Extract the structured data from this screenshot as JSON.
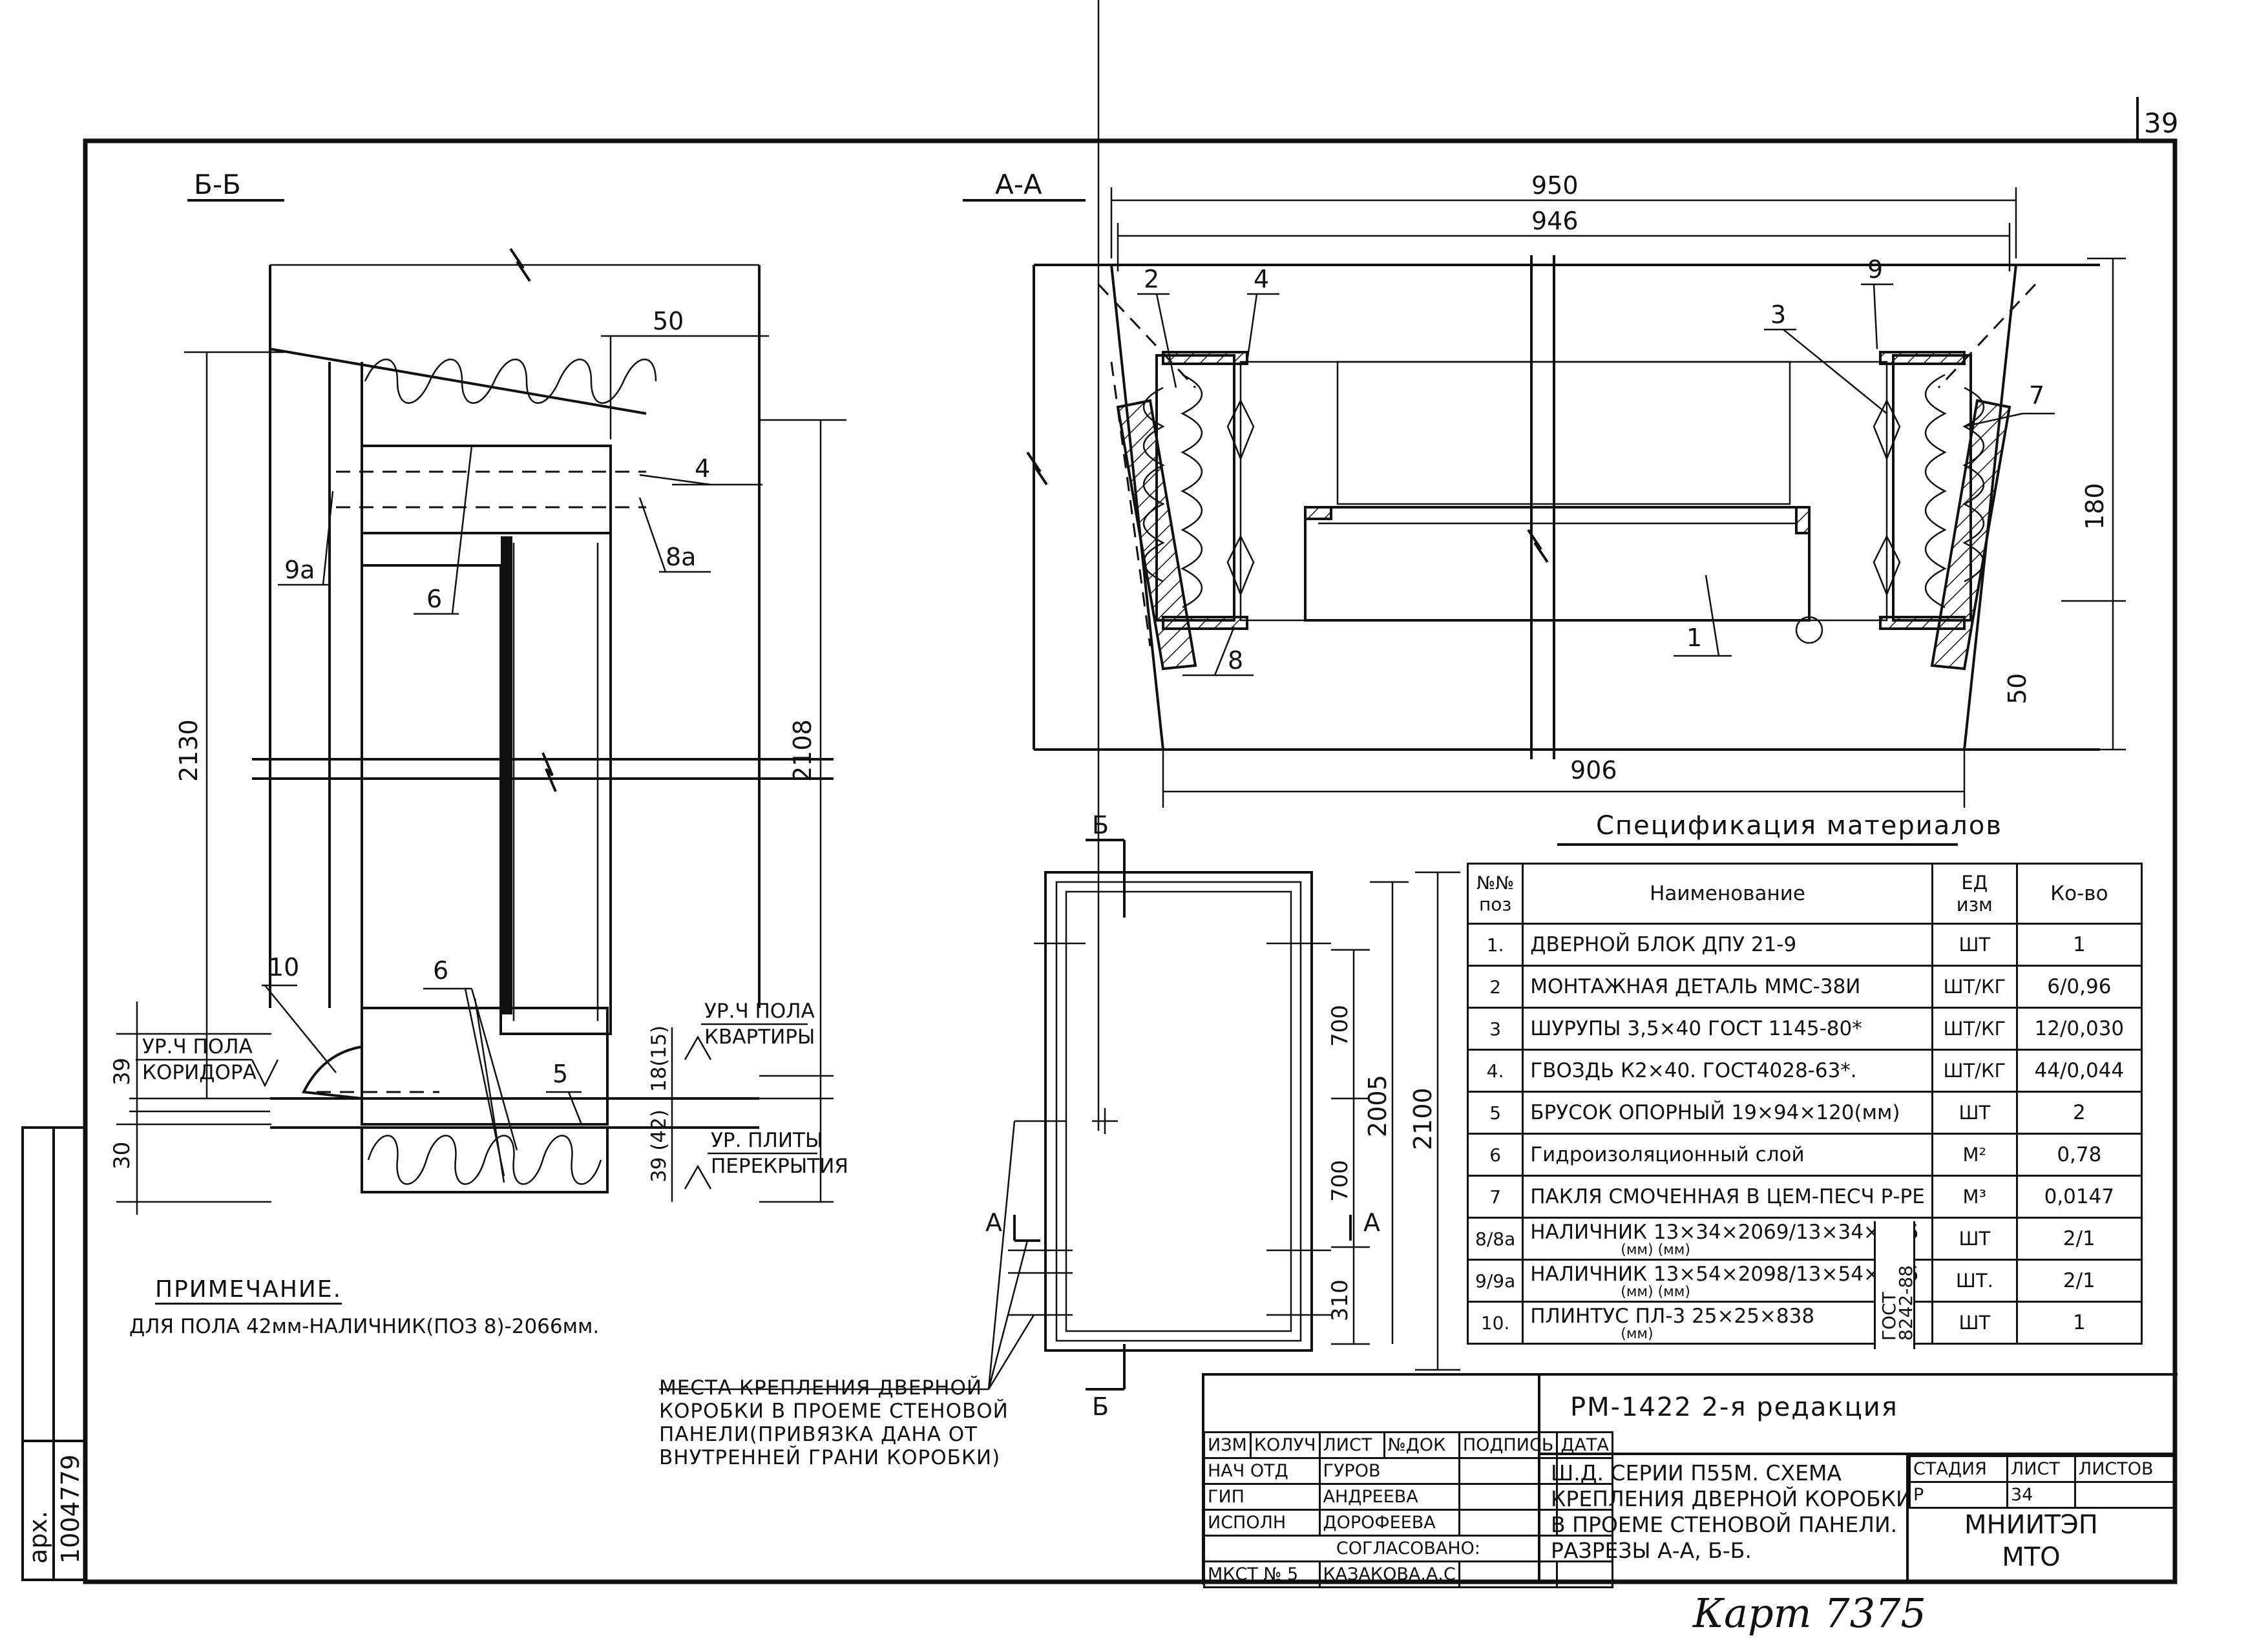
{
  "sheet_number": "39",
  "section_bb": {
    "label": "Б-Б",
    "dims": {
      "d50": "50",
      "d2130": "2130",
      "d2108": "2108",
      "d39": "39",
      "d30": "30",
      "d18_15": "18(15)",
      "d39_42": "39 (42)"
    },
    "callouts": {
      "c4": "4",
      "c8a": "8а",
      "c9a": "9а",
      "c6": "6",
      "c10": "10",
      "c6b": "6",
      "c5": "5"
    },
    "levels": {
      "corridor": [
        "УР.Ч ПОЛА",
        "КОРИДОРА"
      ],
      "apartment": [
        "УР.Ч ПОЛА",
        "КВАРТИРЫ"
      ],
      "slab": [
        "УР. ПЛИТЫ",
        "ПЕРЕКРЫТИЯ"
      ]
    }
  },
  "section_aa": {
    "label": "А-А",
    "dims": {
      "d950": "950",
      "d946": "946",
      "d906": "906",
      "d180": "180",
      "d50": "50"
    },
    "callouts": {
      "c1": "1",
      "c2": "2",
      "c3": "3",
      "c4": "4",
      "c7": "7",
      "c8": "8",
      "c9": "9"
    }
  },
  "elevation": {
    "cut_b": "Б",
    "cut_a": "А",
    "dims": {
      "d700a": "700",
      "d700b": "700",
      "d310": "310",
      "d2005": "2005",
      "d2100": "2100"
    }
  },
  "fastening_note": [
    "МЕСТА КРЕПЛЕНИЯ ДВЕРНОЙ",
    "КОРОБКИ В ПРОЕМЕ СТЕНОВОЙ",
    "ПАНЕЛИ(ПРИВЯЗКА ДАНА ОТ",
    "ВНУТРЕННЕЙ ГРАНИ КОРОБКИ)"
  ],
  "note": {
    "title": "ПРИМЕЧАНИЕ.",
    "text": "ДЛЯ ПОЛА 42мм-НАЛИЧНИК(ПОЗ 8)-2066мм."
  },
  "spec": {
    "title": "Спецификация материалов",
    "headers": {
      "pos": [
        "№№",
        "поз"
      ],
      "name": "Наименование",
      "unit": [
        "ЕД",
        "изм"
      ],
      "qty": "Ко-во"
    },
    "gost": [
      "ГОСТ",
      "8242-88"
    ],
    "rows": [
      {
        "pos": "1.",
        "name": "ДВЕРНОЙ БЛОК ДПУ 21-9",
        "sub": "",
        "unit": "ШТ",
        "qty": "1"
      },
      {
        "pos": "2",
        "name": "МОНТАЖНАЯ ДЕТАЛЬ ММС-38И",
        "sub": "",
        "unit": "ШТ/КГ",
        "qty": "6/0,96"
      },
      {
        "pos": "3",
        "name": "ШУРУПЫ 3,5×40 ГОСТ 1145-80*",
        "sub": "",
        "unit": "ШТ/КГ",
        "qty": "12/0,030"
      },
      {
        "pos": "4.",
        "name": "ГВОЗДЬ К2×40. ГОСТ4028-63*.",
        "sub": "",
        "unit": "ШТ/КГ",
        "qty": "44/0,044"
      },
      {
        "pos": "5",
        "name": "БРУСОК ОПОРНЫЙ 19×94×120(мм)",
        "sub": "",
        "unit": "ШТ",
        "qty": "2"
      },
      {
        "pos": "6",
        "name": "Гидроизоляционный слой",
        "sub": "",
        "unit": "М²",
        "qty": "0,78"
      },
      {
        "pos": "7",
        "name": "ПАКЛЯ СМОЧЕННАЯ В ЦЕМ-ПЕСЧ   Р-РЕ",
        "sub": "",
        "unit": "М³",
        "qty": "0,0147"
      },
      {
        "pos": "8/8а",
        "name": "НАЛИЧНИК 13×34×2069/13×34×906",
        "sub": "(мм)          (мм)",
        "unit": "ШТ",
        "qty": "2/1"
      },
      {
        "pos": "9/9а",
        "name": "НАЛИЧНИК 13×54×2098/13×54×946",
        "sub": "(мм)          (мм)",
        "unit": "ШТ.",
        "qty": "2/1"
      },
      {
        "pos": "10.",
        "name": "ПЛИНТУС ПЛ-3  25×25×838",
        "sub": "(мм)",
        "unit": "ШТ",
        "qty": "1"
      }
    ]
  },
  "title_block": {
    "code": "РМ-1422  2-я редакция",
    "headers": [
      "ИЗМ",
      "КОЛУЧ",
      "ЛИСТ",
      "№ДОК",
      "ПОДПИСЬ",
      "ДАТА"
    ],
    "people": [
      {
        "role": "НАЧ ОТД",
        "name": "ГУРОВ"
      },
      {
        "role": "ГИП",
        "name": "АНДРЕЕВА"
      },
      {
        "role": "ИСПОЛН",
        "name": "ДОРОФЕЕВА"
      }
    ],
    "agreed": "СОГЛАСОВАНО:",
    "agreed_row": {
      "role": "МКСТ № 5",
      "name": "КАЗАКОВА.А.С"
    },
    "description": [
      "Ш.Д. СЕРИИ П55М. СХЕМА",
      "КРЕПЛЕНИЯ ДВЕРНОЙ КОРОБКИ",
      "В ПРОЕМЕ СТЕНОВОЙ ПАНЕЛИ.",
      "РАЗРЕЗЫ А-А, Б-Б."
    ],
    "stage_label": "СТАДИЯ",
    "sheet_label": "ЛИСТ",
    "sheets_label": "ЛИСТОВ",
    "stage": "Р",
    "sheet": "34",
    "sheets": "",
    "org": [
      "МНИИТЭП",
      "МТО"
    ]
  },
  "side_stamp": [
    "арх.",
    "1004779"
  ],
  "card_label": "Карт 7375"
}
